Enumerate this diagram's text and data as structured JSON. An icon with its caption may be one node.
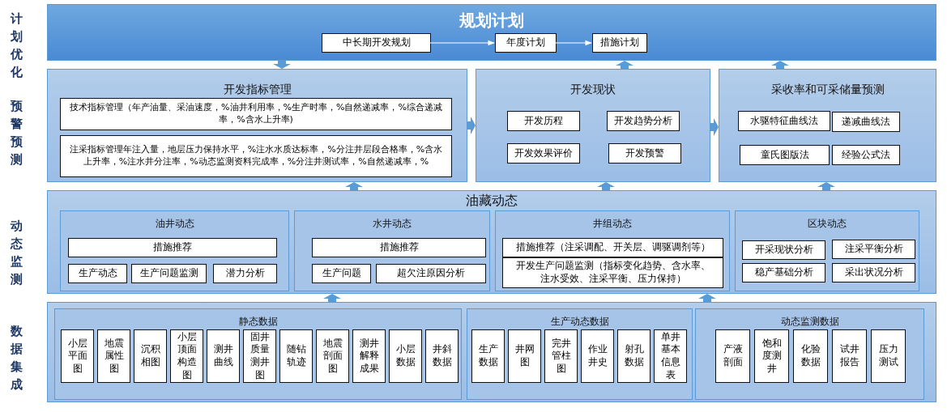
{
  "diagram": {
    "nodes": [
      {
        "text": [
          "规划计划"
        ]
      },
      {
        "text": [
          "中长期开发规划"
        ],
        "in": 0
      },
      {
        "text": [
          "年度计划"
        ],
        "in": 0
      },
      {
        "text": [
          "措施计划"
        ],
        "in": 0
      },
      {
        "text": [
          "开发指标管理"
        ]
      },
      {
        "text": [
          "技术指标管理（年产油量、采油速度，%油井利用率，%生产时率，%自然递减率，%综合递减率，%含水上升率)"
        ],
        "in": 4
      },
      {
        "text": [
          "注采指标管理年注入量，地层压力保持水平，%注水水质达标率，%分注井层段合格率，%含水上升率，%注水井分注率，%动态监测资料完成率，%分注井测试率，%自然递减率，%"
        ],
        "in": 4
      },
      {
        "text": [
          "开发现状"
        ]
      },
      {
        "text": [
          "开发历程"
        ],
        "in": 7
      },
      {
        "text": [
          "开发趋势分析"
        ],
        "in": 7
      },
      {
        "text": [
          "开发效果评价"
        ],
        "in": 7
      },
      {
        "text": [
          "开发预警"
        ],
        "in": 7
      },
      {
        "text": [
          "采收率和可采储量预测"
        ]
      },
      {
        "text": [
          "水驱特征曲线法"
        ],
        "in": 12
      },
      {
        "text": [
          "递减曲线法"
        ],
        "in": 12
      },
      {
        "text": [
          "童氏图版法"
        ],
        "in": 12
      },
      {
        "text": [
          "经验公式法"
        ],
        "in": 12
      },
      {
        "text": [
          "油藏动态"
        ]
      },
      {
        "text": [
          "油井动态"
        ],
        "in": 17
      },
      {
        "text": [
          "措施推荐"
        ],
        "in": 18
      },
      {
        "text": [
          "生产动态"
        ],
        "in": 18
      },
      {
        "text": [
          "生产问题监测"
        ],
        "in": 18
      },
      {
        "text": [
          "潜力分析"
        ],
        "in": 18
      },
      {
        "text": [
          "水井动态"
        ],
        "in": 17
      },
      {
        "text": [
          "措施推荐"
        ],
        "in": 23
      },
      {
        "text": [
          "生产问题"
        ],
        "in": 23
      },
      {
        "text": [
          "超欠注原因分析"
        ],
        "in": 23
      },
      {
        "text": [
          "井组动态"
        ],
        "in": 17
      },
      {
        "text": [
          "措施推荐（注采调配、开关层、调驱调剂等）"
        ],
        "in": 27
      },
      {
        "text": [
          "开发生产问题监测（指标变化趋势、含水率、注水受效、注采平衡、压力保持）"
        ],
        "in": 27
      },
      {
        "text": [
          "区块动态"
        ],
        "in": 17
      },
      {
        "text": [
          "开采现状分析"
        ],
        "in": 30
      },
      {
        "text": [
          "注采平衡分析"
        ],
        "in": 30
      },
      {
        "text": [
          "稳产基础分析"
        ],
        "in": 30
      },
      {
        "text": [
          "采出状况分析"
        ],
        "in": 30
      },
      {
        "text": [],
        "shape": "box"
      },
      {
        "text": [
          "静态数据"
        ],
        "in": 35
      },
      {
        "text": [
          "小层平面图"
        ],
        "in": 36
      },
      {
        "text": [
          "地震属性图"
        ],
        "in": 36
      },
      {
        "text": [
          "沉积相图"
        ],
        "in": 36
      },
      {
        "text": [
          "小层顶面构造图"
        ],
        "in": 36
      },
      {
        "text": [
          "测井曲线"
        ],
        "in": 36
      },
      {
        "text": [
          "固井质量测井图"
        ],
        "in": 36
      },
      {
        "text": [
          "随钻轨迹"
        ],
        "in": 36
      },
      {
        "text": [
          "地震剖面图"
        ],
        "in": 36
      },
      {
        "text": [
          "测井解释成果"
        ],
        "in": 36
      },
      {
        "text": [
          "小层数据"
        ],
        "in": 36
      },
      {
        "text": [
          "井斜数据"
        ],
        "in": 36
      },
      {
        "text": [
          "生产动态数据"
        ],
        "in": 35
      },
      {
        "text": [
          "生产数据"
        ],
        "in": 48
      },
      {
        "text": [
          "井网图"
        ],
        "in": 48
      },
      {
        "text": [
          "完井管柱图"
        ],
        "in": 48
      },
      {
        "text": [
          "作业井史"
        ],
        "in": 48
      },
      {
        "text": [
          "射孔数据"
        ],
        "in": 48
      },
      {
        "text": [
          "单井基本信息表"
        ],
        "in": 48
      },
      {
        "text": [
          "动态监测数据"
        ],
        "in": 35
      },
      {
        "text": [
          "产液剖面"
        ],
        "in": 55
      },
      {
        "text": [
          "饱和度测井"
        ],
        "in": 55
      },
      {
        "text": [
          "化验数据"
        ],
        "in": 55
      },
      {
        "text": [
          "试井报告"
        ],
        "in": 55
      },
      {
        "text": [
          "压力测试"
        ],
        "in": 55
      }
    ],
    "edges": [
      {
        "from": 1,
        "to": 2,
        "arrow": "to",
        "color": "#ffffff"
      },
      {
        "from": 2,
        "to": 3,
        "arrow": "to",
        "color": "#ffffff"
      },
      {
        "from": 0,
        "to": 4,
        "arrow": "to",
        "style": "thick"
      },
      {
        "from": 7,
        "to": 0,
        "arrow": "to",
        "style": "thick"
      },
      {
        "from": 12,
        "to": 0,
        "arrow": "to",
        "style": "thick"
      },
      {
        "from": 4,
        "to": 7,
        "arrow": "to",
        "style": "thick"
      },
      {
        "from": 7,
        "to": 12,
        "arrow": "to",
        "style": "thick"
      },
      {
        "from": 17,
        "to": 4,
        "arrow": "to",
        "style": "thick"
      },
      {
        "from": 17,
        "to": 7,
        "arrow": "to",
        "style": "thick"
      },
      {
        "from": 17,
        "to": 12,
        "arrow": "to",
        "style": "thick"
      },
      {
        "from": 35,
        "to": 17,
        "arrow": "to",
        "style": "thick"
      },
      {
        "from": 35,
        "to": 17,
        "arrow": "to",
        "style": "thick"
      }
    ],
    "labels": [
      "计划优化",
      "预警预测",
      "动态监测",
      "数据集成"
    ]
  }
}
